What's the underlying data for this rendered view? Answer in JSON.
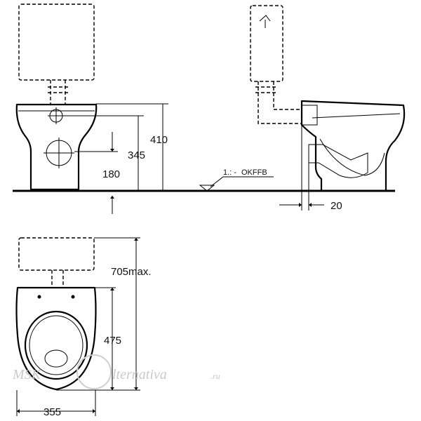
{
  "dimensions": {
    "overall_height": "410",
    "outlet_height": "345",
    "rim_height": "180",
    "wall_offset": "20",
    "top_length": "705max.",
    "bowl_length": "475",
    "width": "355"
  },
  "annotations": {
    "floor_reference": "OKFFB",
    "floor_reference_prefix": "1.: -"
  },
  "watermark": {
    "brand_left": "MSK",
    "brand_right": "lternativa",
    "domain": ".ru"
  }
}
